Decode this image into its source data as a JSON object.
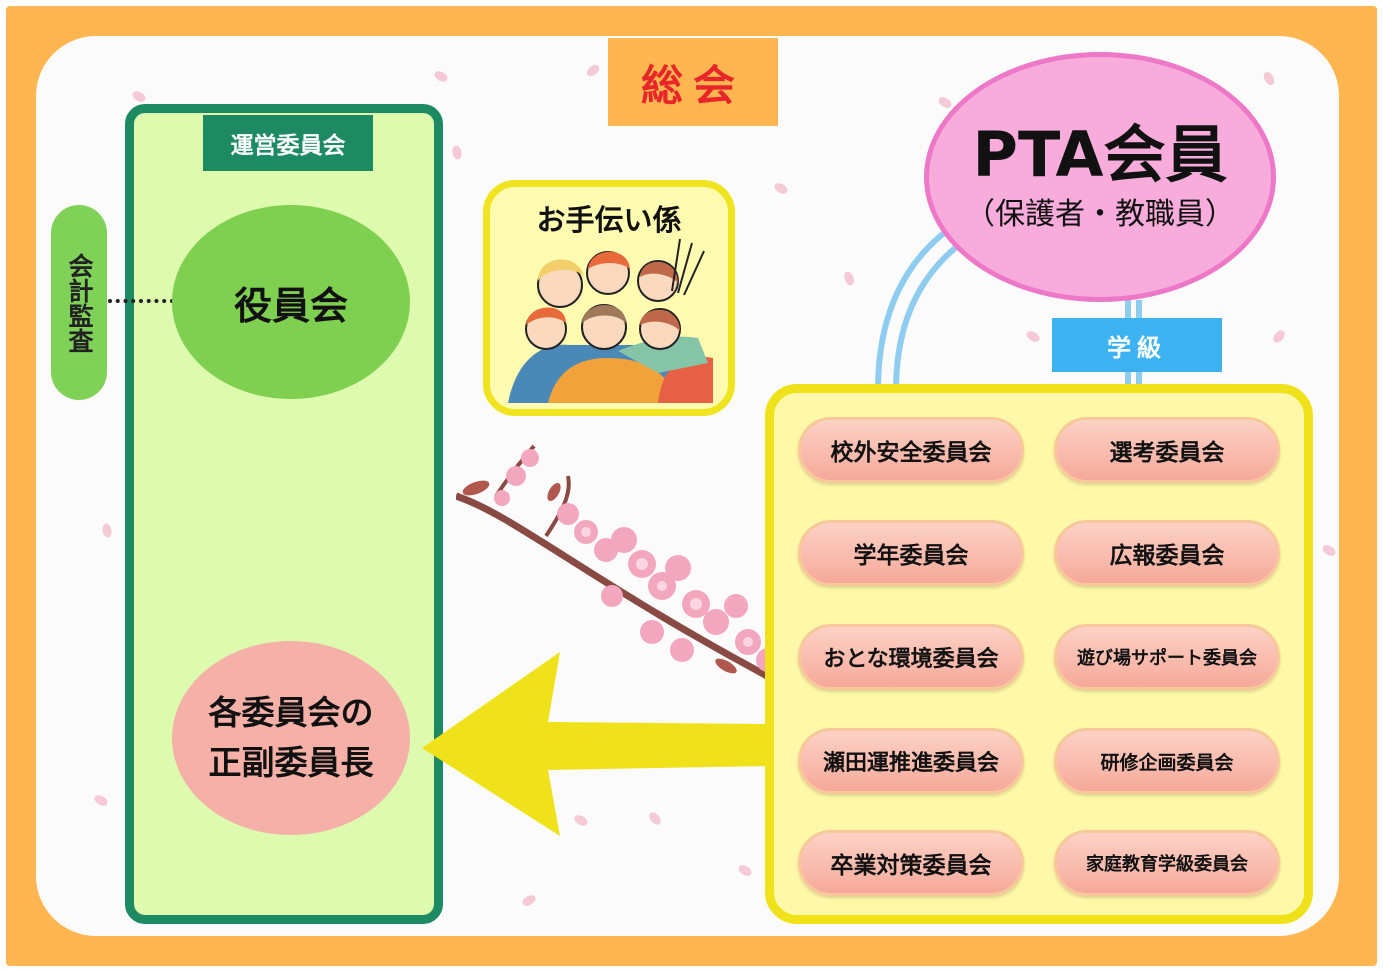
{
  "general_meeting": "総会",
  "steering_committee": "運営委員会",
  "audit": "会計監査",
  "officers_meeting": "役員会",
  "committee_chairs": [
    "各委員会の",
    "正副委員長"
  ],
  "helpers": "お手伝い係",
  "pta_members": {
    "title": "PTA会員",
    "subtitle": "（保護者・教職員）"
  },
  "class": "学級",
  "committees": [
    "校外安全委員会",
    "選考委員会",
    "学年委員会",
    "広報委員会",
    "おとな環境委員会",
    "遊び場サポート委員会",
    "瀬田運推進委員会",
    "研修企画委員会",
    "卒業対策委員会",
    "家庭教育学級委員会"
  ],
  "colors": {
    "frame": "#ffb650",
    "general_meeting_text": "#e8262a",
    "steering_border": "#1e8a63",
    "steering_fill": "#ddfaae",
    "officers": "#7fd050",
    "chairs": "#f5b0a8",
    "pta": "#f7acdc",
    "class": "#3cb3f0",
    "committee_box": "#efe21a",
    "arrow": "#f0e21a"
  }
}
